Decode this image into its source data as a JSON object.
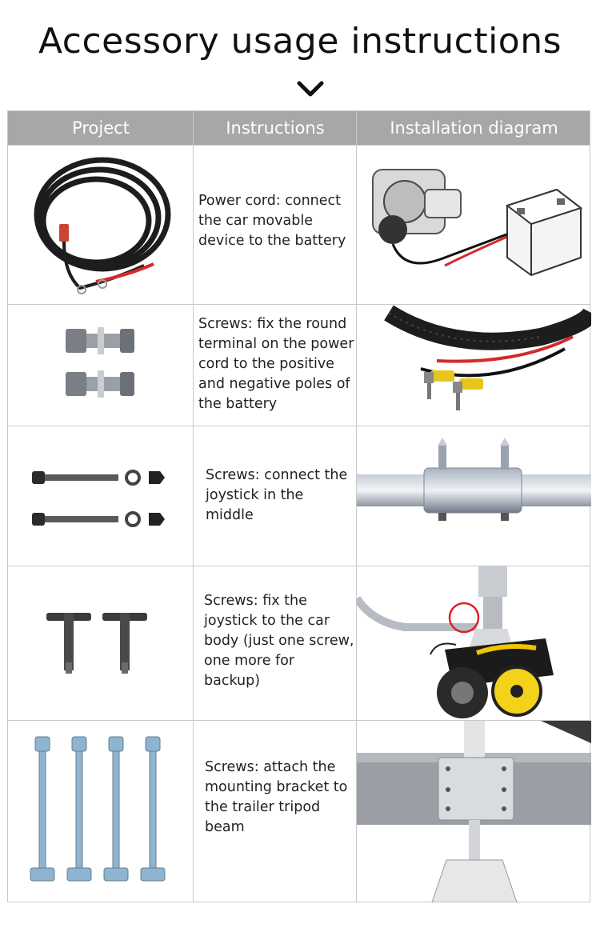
{
  "title": "Accessory usage instructions",
  "table": {
    "headers": [
      "Project",
      "Instructions",
      "Installation diagram"
    ],
    "rows": [
      {
        "instructions": "Power cord: connect the car movable device to the battery"
      },
      {
        "instructions": "Screws: fix the round terminal on the power cord to the positive and negative poles of the battery"
      },
      {
        "instructions": "Screws: connect the joystick in the middle"
      },
      {
        "instructions": "Screws: fix the joystick to the car body (just one screw, one more for backup)"
      },
      {
        "instructions": "Screws: attach the mounting bracket to the trailer tripod beam"
      }
    ]
  },
  "colors": {
    "header_bg": "#a7a7a7",
    "cable_red": "#d42a2a",
    "marker_circle": "#e02020"
  },
  "icons": {
    "header_arrow": "chevron-down-icon"
  }
}
